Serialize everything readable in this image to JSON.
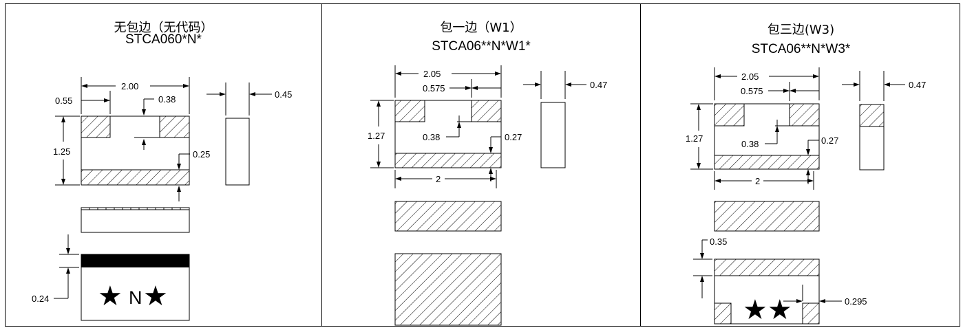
{
  "panels": [
    {
      "title_cn": "无包边（无代码）",
      "title_part": "STCA060*N*",
      "dims": {
        "width": "2.00",
        "pad_width": "0.55",
        "gap": "0.38",
        "height": "1.25",
        "strip": "0.25",
        "thickness": "0.45",
        "mark_band": "0.24"
      },
      "marking": {
        "left_star": "★",
        "mid": "N",
        "right_star": "★"
      }
    },
    {
      "title_cn": "包一边（W1）",
      "title_part": "STCA06**N*W1*",
      "dims": {
        "width": "2.05",
        "pad_width": "0.575",
        "gap": "0.38",
        "height": "1.27",
        "strip": "0.27",
        "bottom_width": "2",
        "thickness": "0.47"
      }
    },
    {
      "title_cn": "包三边(W3)",
      "title_part": "STCA06**N*W3*",
      "dims": {
        "width": "2.05",
        "pad_width": "0.575",
        "gap": "0.38",
        "height": "1.27",
        "strip": "0.27",
        "bottom_width": "2",
        "thickness": "0.47",
        "band": "0.35",
        "pad_gap": "0.295"
      },
      "marking": {
        "stars": "★★"
      }
    }
  ]
}
